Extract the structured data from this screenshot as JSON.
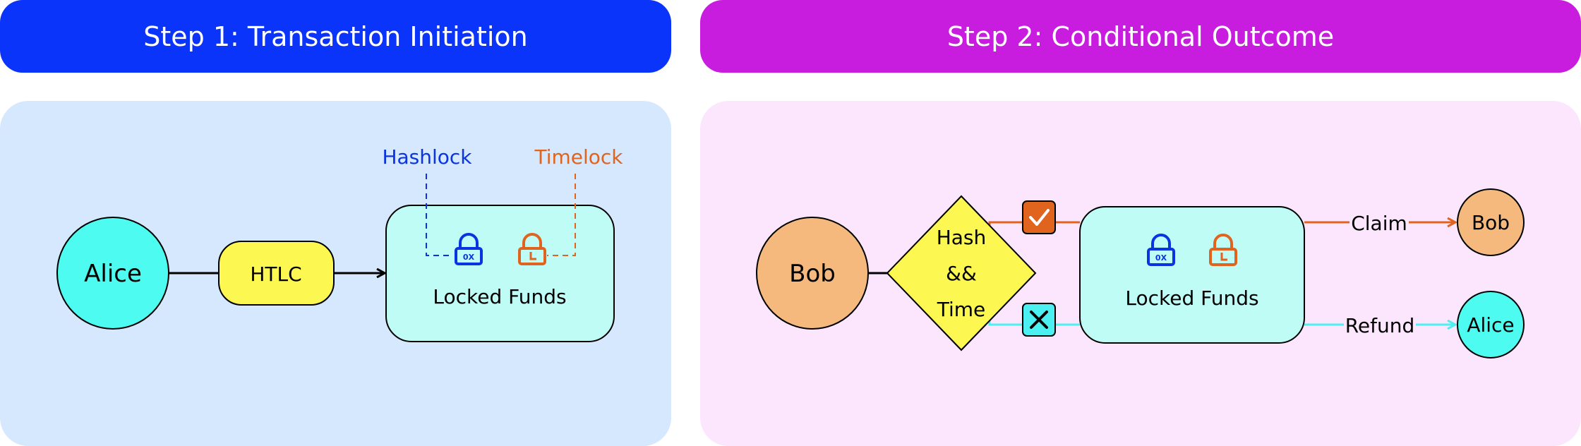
{
  "step1": {
    "title": "Step 1: Transaction Initiation",
    "alice": "Alice",
    "htlc": "HTLC",
    "hashlock_label": "Hashlock",
    "timelock_label": "Timelock",
    "locked_funds": "Locked Funds",
    "lock_code": "0X"
  },
  "step2": {
    "title": "Step 2: Conditional Outcome",
    "bob": "Bob",
    "condition": [
      "Hash",
      "&&",
      "Time"
    ],
    "locked_funds": "Locked Funds",
    "lock_code": "0X",
    "claim": "Claim",
    "refund": "Refund",
    "claim_target": "Bob",
    "refund_target": "Alice"
  },
  "colors": {
    "step1_header": "#0a34fa",
    "step2_header": "#c81ddf",
    "step1_panel": "#d5e8fd",
    "step2_panel": "#fce6fd",
    "alice": "#4dfbf0",
    "bob": "#f5b97e",
    "htlc": "#fcf751",
    "locked_funds": "#c0fcf6",
    "hashlock": "#0a34e0",
    "timelock": "#e0641e",
    "claim_path": "#e0641e",
    "refund_path": "#4df0f0"
  }
}
